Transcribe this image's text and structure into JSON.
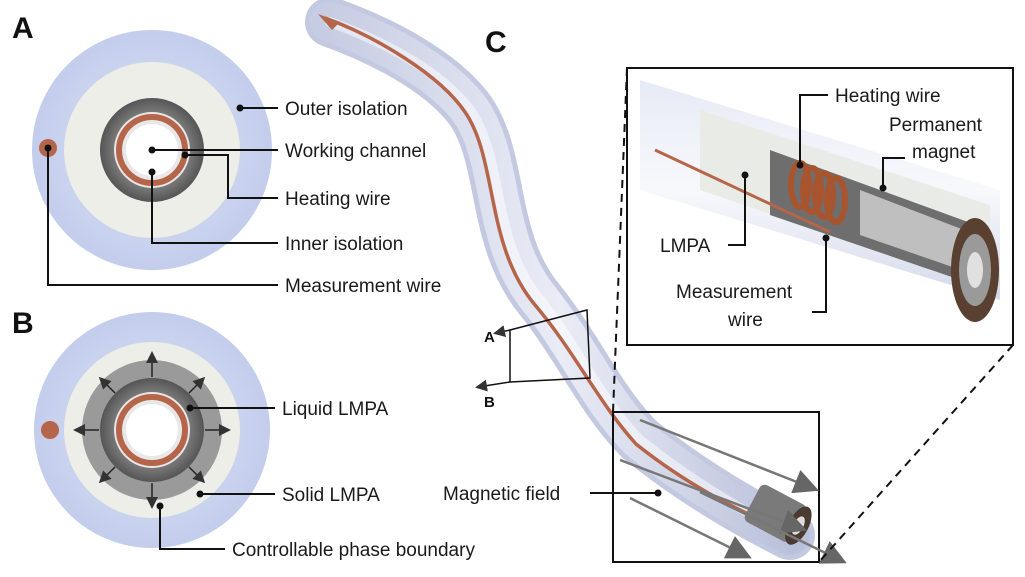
{
  "panels": {
    "a": "A",
    "b": "B",
    "c": "C"
  },
  "panel_a": {
    "outer_isolation": "Outer isolation",
    "working_channel": "Working channel",
    "heating_wire": "Heating wire",
    "inner_isolation": "Inner isolation",
    "measurement_wire": "Measurement wire"
  },
  "panel_b": {
    "liquid_lmpa": "Liquid LMPA",
    "solid_lmpa": "Solid LMPA",
    "phase_boundary": "Controllable phase boundary"
  },
  "panel_c": {
    "magnetic_field": "Magnetic field",
    "axis_a": "A",
    "axis_b": "B"
  },
  "inset": {
    "heating_wire": "Heating wire",
    "permanent_magnet_line1": "Permanent",
    "permanent_magnet_line2": "magnet",
    "lmpa": "LMPA",
    "measurement_line1": "Measurement",
    "measurement_line2": "wire"
  },
  "colors": {
    "outer": "#c9d3ef",
    "inner_white": "#eceee8",
    "metal": "#6b6b6b",
    "copper": "#b5654a",
    "tube": "#d7dcec"
  }
}
